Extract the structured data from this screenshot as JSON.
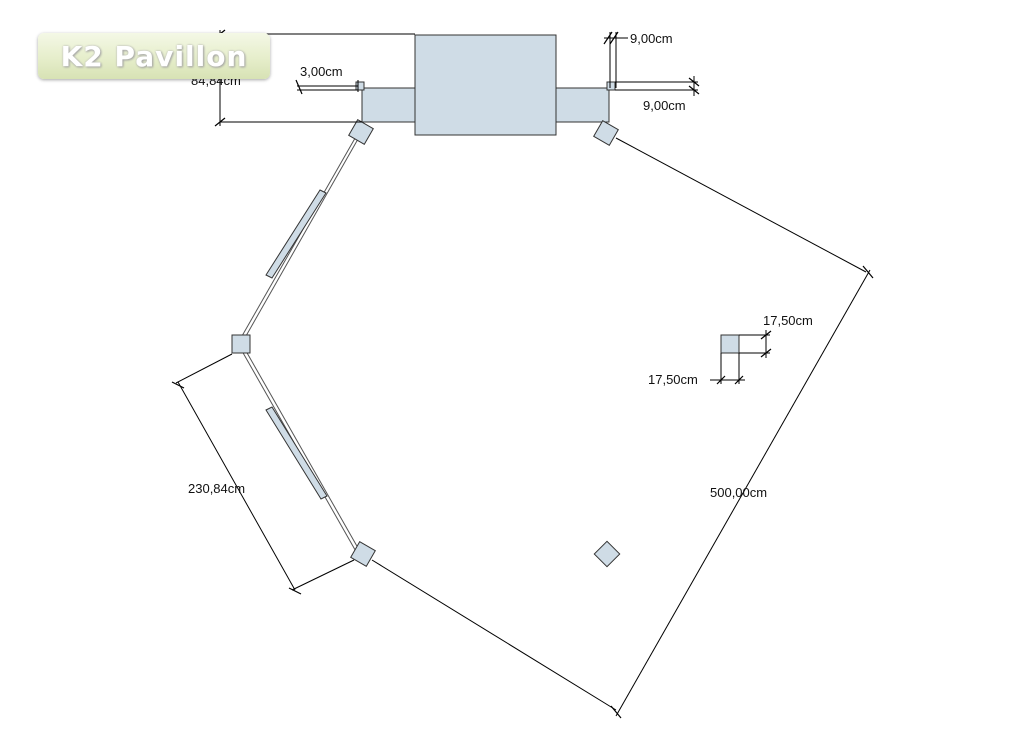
{
  "logo": {
    "text": "K2 Pavillon"
  },
  "dimensions": {
    "height_left": "84,84cm",
    "top_left_small": "3,00cm",
    "top_right_a": "9,00cm",
    "top_right_b": "9,00cm",
    "post_width": "17,50cm",
    "post_depth": "17,50cm",
    "side_length": "230,84cm",
    "diagonal": "500,00cm"
  },
  "colors": {
    "element_fill": "#cfdce6",
    "logo_gradient": "#e6eecb"
  }
}
